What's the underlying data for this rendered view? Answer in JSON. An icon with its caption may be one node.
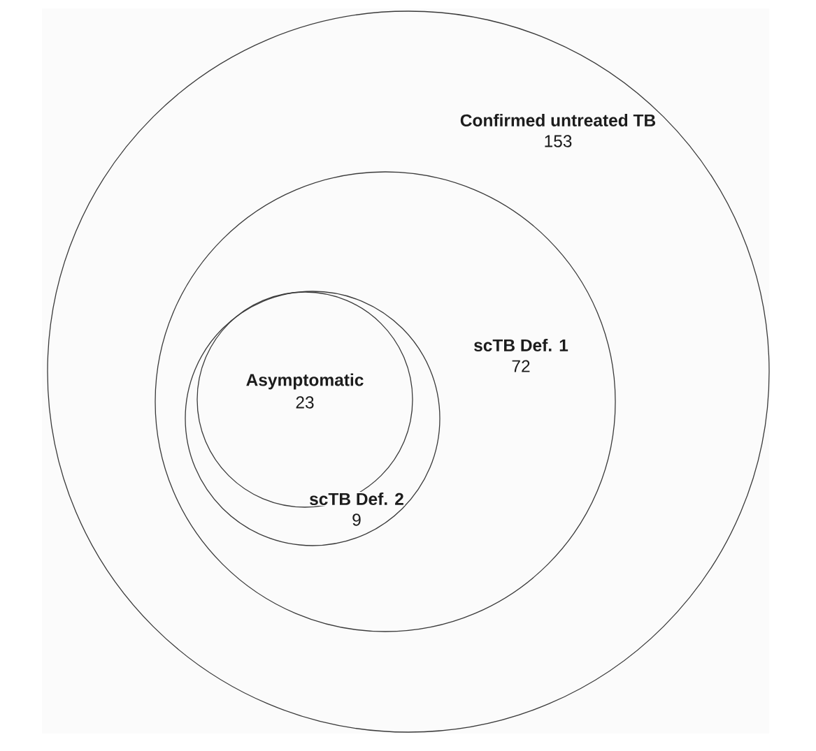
{
  "diagram": {
    "nodes": [
      {
        "text": [
          "Confirmed untreated TB",
          "153"
        ]
      },
      {
        "text": [
          "scTB Def. 1",
          "72"
        ],
        "in": 0
      },
      {
        "text": [
          "scTB Def. 2",
          "9"
        ],
        "in": 1
      },
      {
        "text": [
          "Asymptomatic",
          "23"
        ],
        "in": 2
      }
    ]
  }
}
